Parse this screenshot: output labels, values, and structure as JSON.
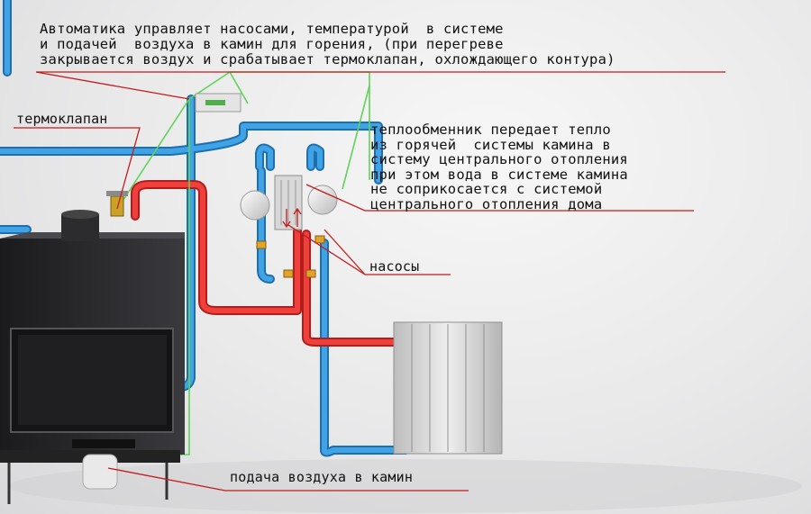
{
  "annotations": {
    "automation": [
      "Автоматика управляет насосами, температурой  в системе",
      "и подачей  воздуха в камин для горения, (при перегреве",
      "закрывается воздух и срабатывает термоклапан, охлождающего контура)"
    ],
    "thermovalve": "термоклапан",
    "heat_exchanger": [
      "теплообменник передает тепло",
      "из горячей  системы камина в",
      "систему центрального отопления",
      "при этом вода в системе камина",
      "не соприкосается с системой",
      "центрального отопления дома"
    ],
    "pumps": "насосы",
    "air_supply": "подача воздуха в камин"
  },
  "colors": {
    "hot_pipe": "#e8322f",
    "cold_pipe": "#2f8fd0",
    "wire": "#5fd35a",
    "leader": "#c41a1a",
    "fireplace": "#2b2b2e",
    "radiator": "#d6d6d6"
  },
  "components": [
    "fireplace",
    "chimney-collar",
    "controller-box",
    "heat-exchanger",
    "pump-left",
    "pump-right",
    "radiator",
    "air-duct",
    "thermovalve"
  ]
}
